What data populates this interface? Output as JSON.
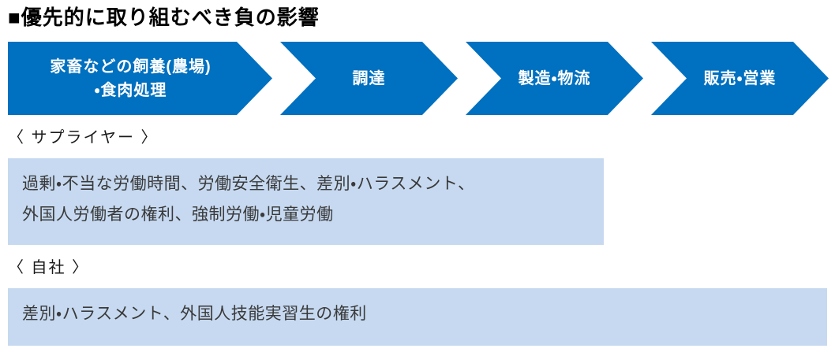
{
  "title": "■優先的に取り組むべき負の影響",
  "flow": {
    "steps": [
      {
        "id": "livestock-farming-meat-processing",
        "label": "家畜などの飼養(農場)\n・食肉処理"
      },
      {
        "id": "procurement",
        "label": "調達"
      },
      {
        "id": "manufacturing-logistics",
        "label": "製造・物流"
      },
      {
        "id": "sales",
        "label": "販売・営業"
      }
    ]
  },
  "sections": [
    {
      "heading": "〈 サプライヤー 〉",
      "body": "過剰・不当な労働時間、労働安全衛生、差別・ハラスメント、\n外国人労働者の権利、強制労働・児童労働"
    },
    {
      "heading": "〈 自社 〉",
      "body": "差別・ハラスメント、外国人技能実習生の権利"
    }
  ],
  "colors": {
    "arrow_blue": "#0070c0",
    "box_light_blue": "#c6d9f0",
    "title_black": "#000000"
  }
}
